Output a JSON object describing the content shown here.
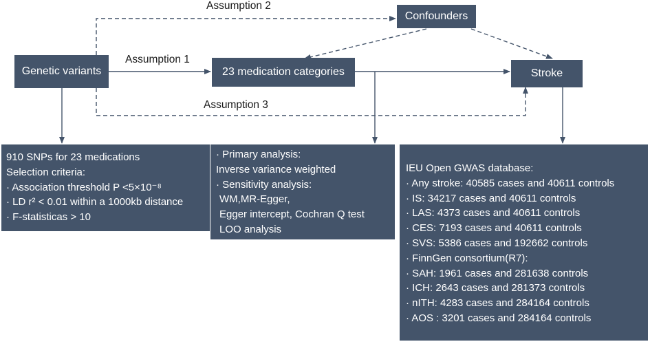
{
  "nodes": {
    "genetic_variants": "Genetic variants",
    "medication_categories": "23 medication categories",
    "confounders": "Confounders",
    "stroke": "Stroke"
  },
  "assumptions": {
    "a1": "Assumption 1",
    "a2": "Assumption 2",
    "a3": "Assumption 3"
  },
  "panels": {
    "snp": {
      "lines": [
        "910 SNPs for 23 medications",
        "Selection criteria:",
        "· Association threshold P <5×10⁻⁸",
        "· LD r² < 0.01 within a 1000kb distance",
        "· F-statisticas > 10"
      ]
    },
    "analysis": {
      "lines": [
        "· Primary analysis:",
        "Inverse variance weighted",
        "· Sensitivity analysis:",
        "  WM,MR-Egger,",
        "  Egger intercept, Cochran Q test",
        "  LOO analysis"
      ]
    },
    "gwas": {
      "lines": [
        "IEU Open GWAS database:",
        "· Any stroke: 40585 cases and 40611 controls",
        "· IS: 34217 cases and 40611 controls",
        "· LAS: 4373 cases and 40611 controls",
        "· CES: 7193 cases and 40611 controls",
        "· SVS: 5386 cases and 192662 controls",
        "· FinnGen consortium(R7):",
        "· SAH: 1961 cases and 281638 controls",
        "· ICH: 2643 cases and 281373 controls",
        "· nITH: 4283 cases and 284164 controls",
        "· AOS : 3201 cases and 284164 controls"
      ]
    }
  },
  "colors": {
    "box_fill": "#44546a",
    "box_text": "#ffffff",
    "arrow": "#44546a"
  }
}
